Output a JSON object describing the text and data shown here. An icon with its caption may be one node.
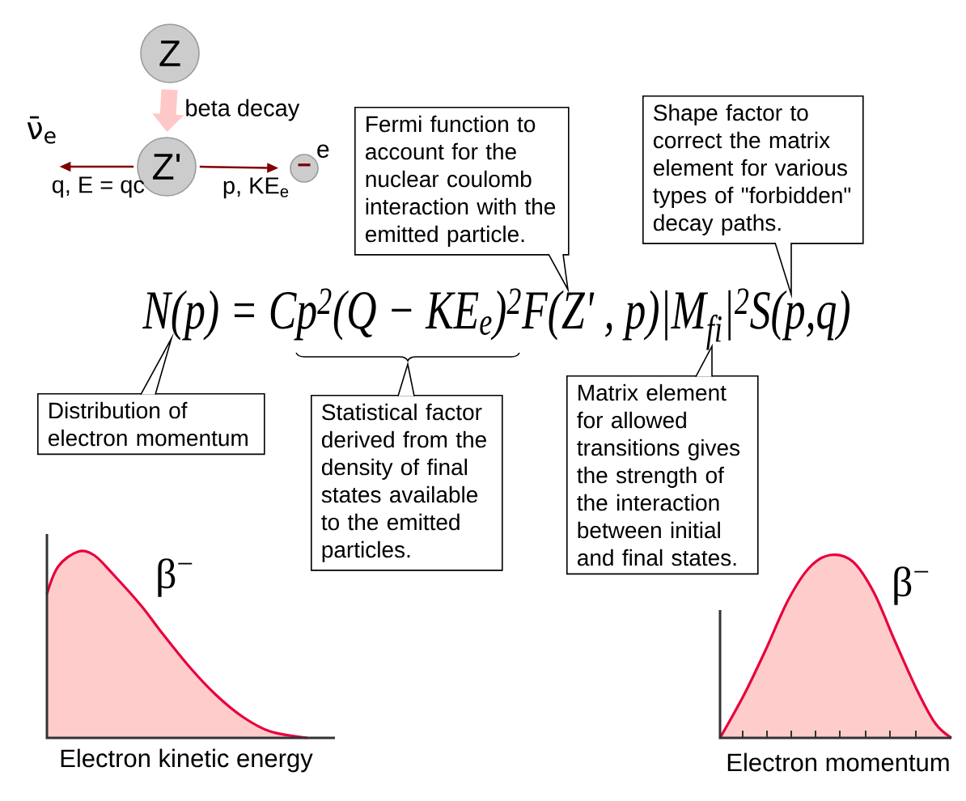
{
  "diagram": {
    "nodes": [
      {
        "text": [
          "Z"
        ]
      },
      {
        "text": [
          "Z'"
        ]
      },
      {
        "text": [
          "ν̄$_{e}$"
        ]
      },
      {
        "text": [
          "−"
        ],
        "beside": [
          "e"
        ]
      },
      {
        "text": [
          "Fermi function to account for the nuclear coulomb interaction with the emitted particle."
        ]
      },
      {
        "text": [
          "Shape factor to correct the matrix element for various types of \"forbidden\" decay paths."
        ]
      },
      {
        "text": [
          "Distribution of electron momentum"
        ]
      },
      {
        "text": [
          "Statistical factor derived from the density of final states available to the emitted particles."
        ]
      },
      {
        "text": [
          "Matrix element for allowed transitions gives the strength of the interaction between initial and final states."
        ]
      }
    ],
    "edges": [
      {
        "from": 0,
        "to": 1,
        "arrow": "to",
        "label": "beta decay",
        "style": "thick",
        "color": "#ffc8c8"
      },
      {
        "from": 1,
        "to": 2,
        "arrow": "to",
        "label": "q, E = qc",
        "color": "#800000"
      },
      {
        "from": 1,
        "to": 3,
        "arrow": "to",
        "label": "p, KE$_{e}$",
        "color": "#800000"
      },
      {
        "from": 4,
        "to": null,
        "arrow": "to"
      },
      {
        "from": 5,
        "to": null,
        "arrow": "to"
      },
      {
        "from": 6,
        "to": null,
        "arrow": "to"
      },
      {
        "from": 7,
        "to": null,
        "arrow": "to"
      },
      {
        "from": 8,
        "to": null,
        "arrow": "to"
      }
    ],
    "labels": [
      "N(p) = Cp$^{2}$(Q − KE$_{e}$)$^{2}$F(Z' , p)|M$_{fi}$|$^{2}$S(p,q)",
      "β$^{−}$",
      "β$^{−}$",
      "Electron kinetic energy",
      "Electron momentum"
    ]
  }
}
